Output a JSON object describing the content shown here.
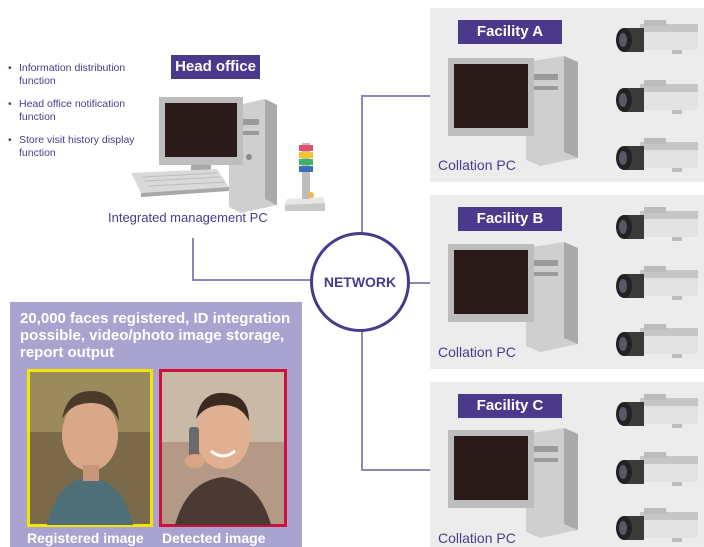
{
  "head_office": {
    "label": "Head office",
    "functions": [
      "Information distribution function",
      "Head office notification function",
      "Store visit history display function"
    ],
    "pc_caption": "Integrated management PC"
  },
  "network": {
    "label": "NETWORK"
  },
  "facilities": [
    {
      "label": "Facility A",
      "pc_caption": "Collation PC"
    },
    {
      "label": "Facility B",
      "pc_caption": "Collation PC"
    },
    {
      "label": "Facility C",
      "pc_caption": "Collation PC"
    }
  ],
  "info": {
    "title": "20,000 faces registered, ID integration possible, video/photo image storage, report output",
    "registered_caption": "Registered image",
    "detected_caption": "Detected image"
  },
  "colors": {
    "accent": "#4b3a8c",
    "panel": "#a9a3cf",
    "registered_frame": "#f2e600",
    "detected_frame": "#d0103a"
  },
  "icons": [
    "desktop-pc-icon",
    "signal-tower-icon",
    "keyboard-icon",
    "cctv-camera-icon",
    "person-photo"
  ]
}
